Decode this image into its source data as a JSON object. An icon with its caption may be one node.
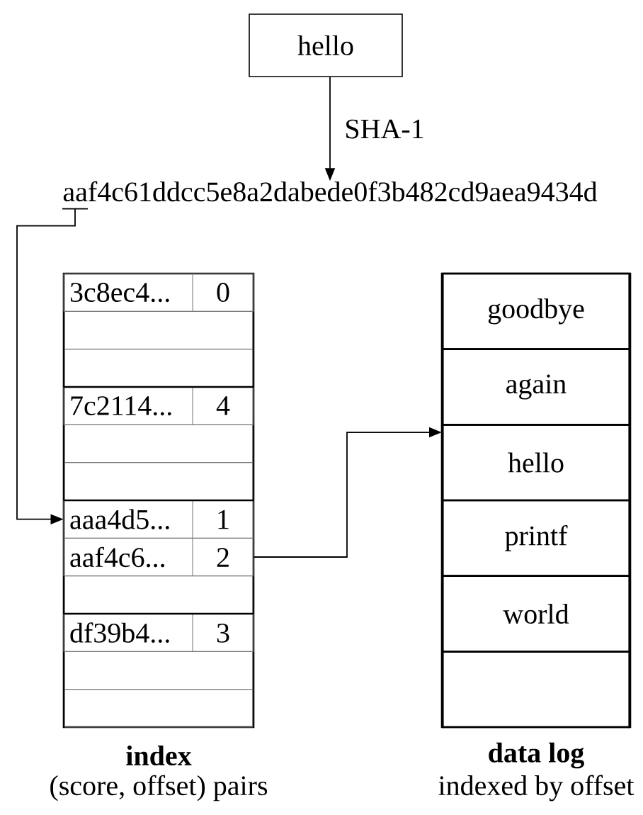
{
  "diagram": {
    "nodes": [
      {
        "text": [
          "hello"
        ]
      },
      {
        "text": [
          "aaf4c61ddcc5e8a2dabede0f3b482cd9aea9434d"
        ]
      },
      {
        "text": [
          "index"
        ],
        "beside": [
          "(score, offset) pairs"
        ]
      },
      {
        "text": [
          "3c8ec4...",
          "0"
        ],
        "in": 2
      },
      {
        "text": [],
        "shape": "box",
        "in": 2
      },
      {
        "text": [],
        "shape": "box",
        "in": 2
      },
      {
        "text": [
          "7c2114...",
          "4"
        ],
        "in": 2
      },
      {
        "text": [],
        "shape": "box",
        "in": 2
      },
      {
        "text": [],
        "shape": "box",
        "in": 2
      },
      {
        "text": [
          "aaa4d5...",
          "1"
        ],
        "in": 2
      },
      {
        "text": [
          "aaf4c6...",
          "2"
        ],
        "in": 2
      },
      {
        "text": [],
        "shape": "box",
        "in": 2
      },
      {
        "text": [
          "df39b4...",
          "3"
        ],
        "in": 2
      },
      {
        "text": [],
        "shape": "box",
        "in": 2
      },
      {
        "text": [],
        "shape": "box",
        "in": 2
      },
      {
        "text": [
          "data log"
        ],
        "beside": [
          "indexed by offset"
        ]
      },
      {
        "text": [
          "goodbye"
        ],
        "in": 15
      },
      {
        "text": [
          "again"
        ],
        "in": 15
      },
      {
        "text": [
          "hello"
        ],
        "in": 15
      },
      {
        "text": [
          "printf"
        ],
        "in": 15
      },
      {
        "text": [
          "world"
        ],
        "in": 15
      },
      {
        "text": [],
        "shape": "box",
        "in": 15
      }
    ],
    "edges": [
      {
        "from": 0,
        "to": 1,
        "arrow": "to",
        "label": "SHA-1"
      },
      {
        "from": 1,
        "to": 9,
        "arrow": "to"
      },
      {
        "from": 10,
        "to": 18,
        "arrow": "to"
      }
    ]
  }
}
